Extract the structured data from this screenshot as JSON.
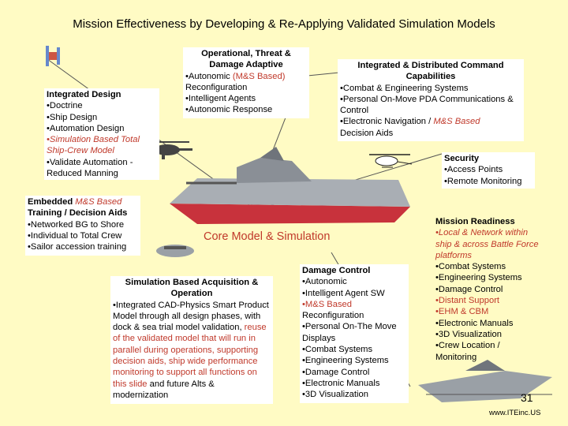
{
  "title": "Mission Effectiveness by Developing & Re-Applying Validated Simulation Models",
  "center_label": "Core Model & Simulation",
  "page_number": "31",
  "website": "www.ITEinc.US",
  "boxes": {
    "integrated_design": {
      "heading": "Integrated Design",
      "items": [
        "•Doctrine",
        "•Ship Design",
        "•Automation Design"
      ],
      "red_item": "•Simulation Based Total Ship-Crew Model",
      "last_item": "•Validate Automation - Reduced Manning"
    },
    "operational": {
      "heading": "Operational, Threat & Damage Adaptive",
      "item1_a": "•Autonomic ",
      "item1_red": "(M&S Based)",
      "item1_b": "Reconfiguration",
      "item2": "•Intelligent Agents",
      "item3": "•Autonomic Response"
    },
    "command": {
      "heading": "Integrated & Distributed Command Capabilities",
      "item1": "•Combat & Engineering Systems",
      "item2": "•Personal On-Move PDA Communications & Control",
      "item3_a": "•Electronic Navigation / ",
      "item3_red": "M&S Based",
      "item3_b": "Decision Aids"
    },
    "security": {
      "heading": "Security",
      "items": [
        "•Access Points",
        "•Remote Monitoring"
      ]
    },
    "training": {
      "heading_a": "Embedded ",
      "heading_red": "M&S Based",
      "heading_b": "Training / Decision Aids",
      "items": [
        "•Networked BG to Shore",
        "•Individual to Total Crew",
        "•Sailor accession training"
      ]
    },
    "acquisition": {
      "heading": "Simulation Based Acquisition & Operation",
      "text_a": "•Integrated CAD-Physics Smart Product Model through all design phases, with  dock & sea trial model validation, ",
      "text_red": "reuse of the validated model that will run in parallel during operations, supporting decision aids, ship wide performance monitoring to support all functions on this slide",
      "text_b": " and future Alts & modernization"
    },
    "damage_control": {
      "heading": "Damage Control",
      "item1": "•Autonomic",
      "item2": "•Intelligent Agent SW",
      "item3_red": "•M&S Based",
      "item3_b": "Reconfiguration",
      "items_rest": [
        "•Personal On-The Move Displays",
        "•Combat Systems",
        "•Engineering Systems",
        "•Damage Control",
        "•Electronic Manuals",
        "•3D Visualization"
      ]
    },
    "readiness": {
      "heading": "Mission Readiness",
      "red_item": "•Local & Network within ship & across Battle Force platforms",
      "items_a": [
        "•Combat Systems",
        "•Engineering Systems",
        "•Damage Control"
      ],
      "red_items": [
        "•Distant Support",
        "•EHM & CBM"
      ],
      "items_b": [
        "•Electronic Manuals",
        "•3D Visualization",
        "•Crew Location / Monitoring"
      ]
    }
  },
  "colors": {
    "background": "#fffbc4",
    "accent_red": "#c0392b",
    "hull_red": "#c8323c",
    "ship_gray": "#8a8f96"
  }
}
